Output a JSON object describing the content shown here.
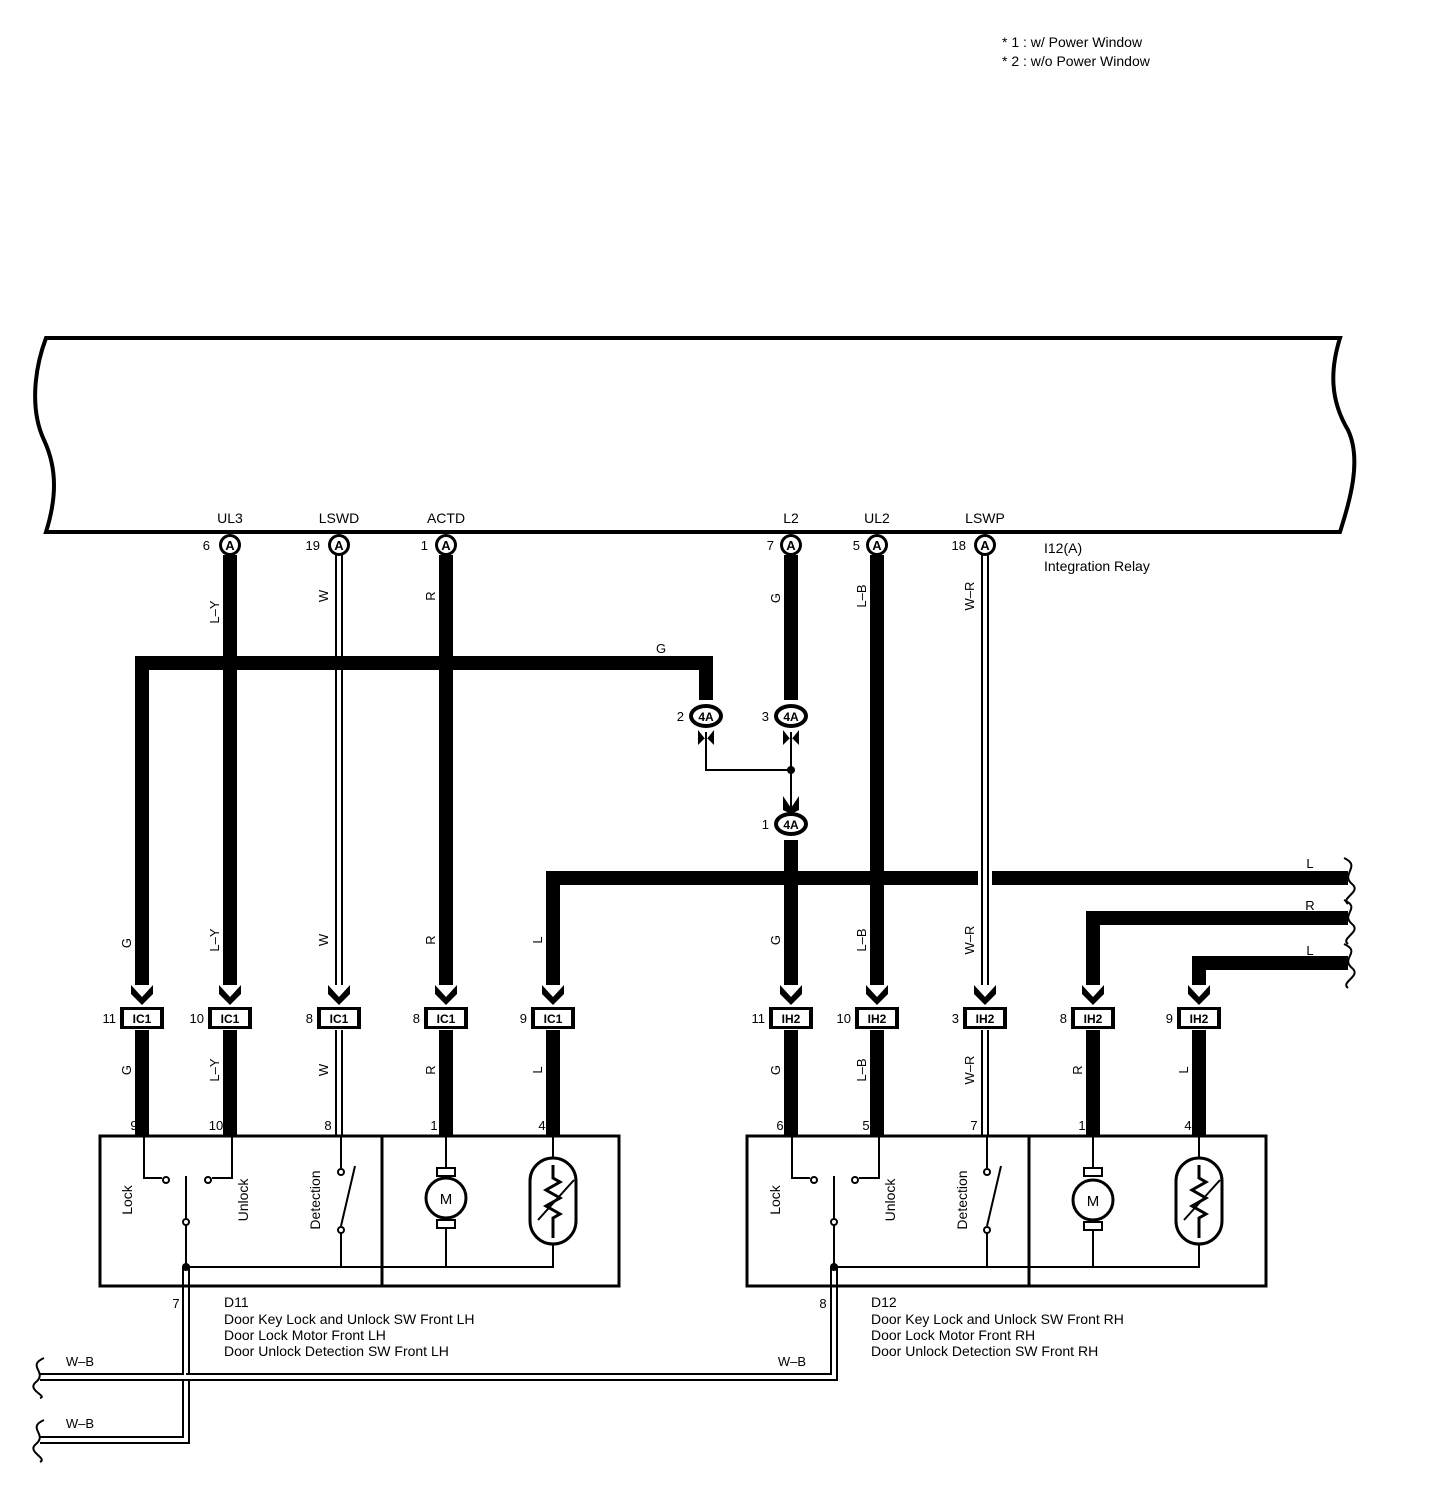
{
  "notes": [
    "* 1 : w/ Power Window",
    "* 2 : w/o Power Window"
  ],
  "relay": {
    "id": "I12(A)",
    "name": "Integration Relay",
    "connector_letter": "A",
    "pins": [
      {
        "signal": "UL3",
        "pin": "6",
        "wire": "L–Y"
      },
      {
        "signal": "LSWD",
        "pin": "19",
        "wire": "W"
      },
      {
        "signal": "ACTD",
        "pin": "1",
        "wire": "R"
      },
      {
        "signal": "L2",
        "pin": "7",
        "wire": "G"
      },
      {
        "signal": "UL2",
        "pin": "5",
        "wire": "L–B"
      },
      {
        "signal": "LSWP",
        "pin": "18",
        "wire": "W–R"
      }
    ]
  },
  "junction": {
    "label": "4A",
    "pins": [
      "2",
      "3",
      "1"
    ],
    "top_wire": "G"
  },
  "connectors": {
    "ic1": {
      "label": "IC1",
      "pins": [
        {
          "pin": "11",
          "wire": "G"
        },
        {
          "pin": "10",
          "wire": "L–Y"
        },
        {
          "pin": "8",
          "wire": "W"
        },
        {
          "pin": "8",
          "wire": "R"
        },
        {
          "pin": "9",
          "wire": "L"
        }
      ]
    },
    "ih2": {
      "label": "IH2",
      "pins": [
        {
          "pin": "11",
          "wire": "G"
        },
        {
          "pin": "10",
          "wire": "L–B"
        },
        {
          "pin": "3",
          "wire": "W–R"
        },
        {
          "pin": "8",
          "wire": "R"
        },
        {
          "pin": "9",
          "wire": "L"
        }
      ]
    }
  },
  "right_branches": [
    "L",
    "R",
    "L"
  ],
  "d11": {
    "id": "D11",
    "lines": [
      "Door Key Lock and Unlock SW Front LH",
      "Door Lock Motor Front LH",
      "Door Unlock Detection SW Front LH"
    ],
    "pins": [
      "9",
      "10",
      "8",
      "1",
      "4"
    ],
    "ground_pin": "7"
  },
  "d12": {
    "id": "D12",
    "lines": [
      "Door Key Lock and Unlock SW Front RH",
      "Door Lock Motor Front RH",
      "Door Unlock Detection SW Front RH"
    ],
    "pins": [
      "6",
      "5",
      "7",
      "1",
      "4"
    ],
    "ground_pin": "8"
  },
  "switch_labels": {
    "lock": "Lock",
    "unlock": "Unlock",
    "detection": "Detection"
  },
  "motor_label": "M",
  "ground_wires": [
    "W–B",
    "W–B",
    "W–B"
  ]
}
